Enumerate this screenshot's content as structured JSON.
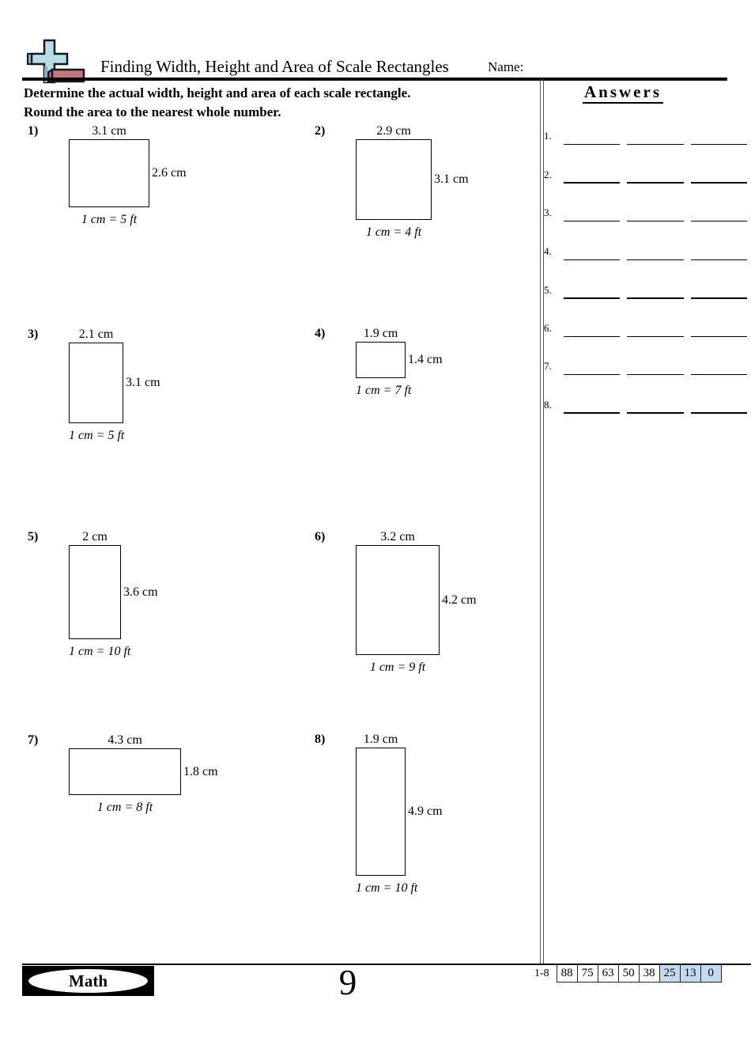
{
  "header": {
    "title": "Finding Width, Height and Area of Scale Rectangles",
    "name_label": "Name:"
  },
  "instructions": {
    "line1": "Determine the actual width, height and area of each scale rectangle.",
    "line2": "Round the area to the nearest whole number."
  },
  "problems": [
    {
      "number_label": "1)",
      "width_label": "3.1 cm",
      "height_label": "2.6 cm",
      "scale_label": "1 cm = 5 ft",
      "width_cm": 3.1,
      "height_cm": 2.6
    },
    {
      "number_label": "2)",
      "width_label": "2.9 cm",
      "height_label": "3.1 cm",
      "scale_label": "1 cm = 4 ft",
      "width_cm": 2.9,
      "height_cm": 3.1
    },
    {
      "number_label": "3)",
      "width_label": "2.1 cm",
      "height_label": "3.1 cm",
      "scale_label": "1 cm = 5 ft",
      "width_cm": 2.1,
      "height_cm": 3.1
    },
    {
      "number_label": "4)",
      "width_label": "1.9 cm",
      "height_label": "1.4 cm",
      "scale_label": "1 cm = 7 ft",
      "width_cm": 1.9,
      "height_cm": 1.4
    },
    {
      "number_label": "5)",
      "width_label": "2 cm",
      "height_label": "3.6 cm",
      "scale_label": "1 cm = 10 ft",
      "width_cm": 2.0,
      "height_cm": 3.6
    },
    {
      "number_label": "6)",
      "width_label": "3.2 cm",
      "height_label": "4.2 cm",
      "scale_label": "1 cm = 9 ft",
      "width_cm": 3.2,
      "height_cm": 4.2
    },
    {
      "number_label": "7)",
      "width_label": "4.3 cm",
      "height_label": "1.8 cm",
      "scale_label": "1 cm = 8 ft",
      "width_cm": 4.3,
      "height_cm": 1.8
    },
    {
      "number_label": "8)",
      "width_label": "1.9 cm",
      "height_label": "4.9 cm",
      "scale_label": "1 cm = 10 ft",
      "width_cm": 1.9,
      "height_cm": 4.9
    }
  ],
  "answers": {
    "title": "Answers",
    "row_labels": [
      "1.",
      "2.",
      "3.",
      "4.",
      "5.",
      "6.",
      "7.",
      "8."
    ],
    "blanks_per_row": 3
  },
  "footer": {
    "brand": "Math",
    "page_number": "9",
    "grade_table": {
      "label": "1-8",
      "values": [
        "88",
        "75",
        "63",
        "50",
        "38",
        "25",
        "13",
        "0"
      ],
      "highlight_values": [
        "25",
        "13",
        "0"
      ],
      "highlight_color": "#c5d9f1"
    }
  },
  "logo_colors": {
    "plus_fill": "#b9dde6",
    "plus_shade": "#7fb4c4",
    "bar_fill": "#c4777a",
    "outline": "#101820"
  }
}
